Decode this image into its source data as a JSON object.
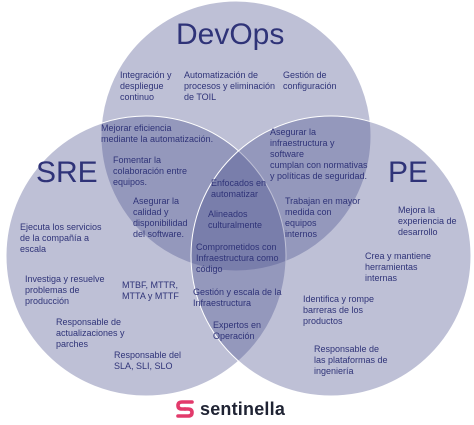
{
  "colors": {
    "circle_fill": "#4b4f8e",
    "text": "#2f3378",
    "logo_accent": "#e23a6b",
    "logo_text": "#1f2333"
  },
  "diagram": {
    "titles": {
      "devops": "DevOps",
      "sre": "SRE",
      "pe": "PE"
    },
    "devops_only": [
      "Integración y\ndespliegue\ncontinuo",
      "Automatización de\nprocesos y eliminación\nde TOIL",
      "Gestión de\nconfiguración"
    ],
    "devops_sre": [
      "Mejorar eficiencia\nmediante la automatización.",
      "Fomentar la\ncolaboración entre\nequipos."
    ],
    "devops_pe": [
      "Asegurar la\ninfraestructura y\nsoftware\ncumplan con normativas\ny políticas de seguridad."
    ],
    "center": [
      "Enfocados en\nautomatizar",
      "Alineados\nculturalmente",
      "Comprometidos con\nInfraestructura como\ncódigo"
    ],
    "sre_pe_center_extra": "Asegurar la\ncalidad y\ndisponibilidad\ndel software.",
    "pe_center_extra": "Trabajan en mayor\nmedida con\nequipos\ninternos",
    "sre_pe": [
      "Gestión y escala de la\nInfraestructura",
      "Expertos en\nOperación"
    ],
    "sre_only": [
      "Ejecuta los servicios\nde la compañía a\nescala",
      "Investiga y resuelve\nproblemas de\nproducción",
      "MTBF, MTTR,\nMTTA y MTTF",
      "Responsable de\nactualizaciones y\nparches",
      "Responsable del\nSLA, SLI, SLO"
    ],
    "pe_only": [
      "Mejora la\nexperiencia de\ndesarrollo",
      "Crea y mantiene\nherramientas\ninternas",
      "Identifica y rompe\nbarreras de los\nproductos",
      "Responsable de\nlas plataformas de\ningeniería"
    ]
  },
  "logo": {
    "text": "sentinella",
    "icon": "sentinella-s-logo-icon"
  }
}
